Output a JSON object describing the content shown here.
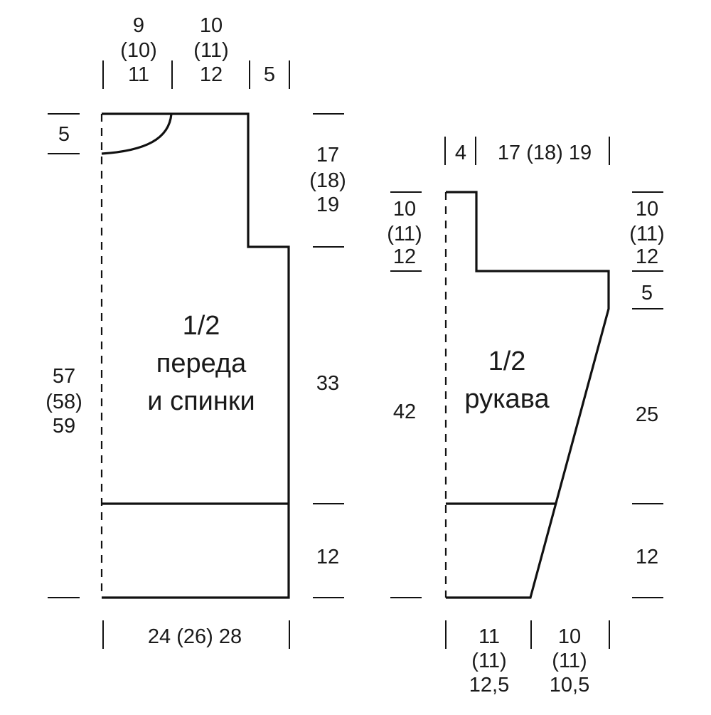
{
  "body_piece": {
    "title": [
      "1/2",
      "переда",
      "и спинки"
    ],
    "top_dims": {
      "neck_width": [
        "9",
        "(10)",
        "11"
      ],
      "shoulder_width": [
        "10",
        "(11)",
        "12"
      ],
      "sleeve_step": "5"
    },
    "left_dims": {
      "neck_depth": "5",
      "total_length": [
        "57",
        "(58)",
        "59"
      ]
    },
    "right_dims": {
      "armhole": [
        "17",
        "(18)",
        "19"
      ],
      "body": "33",
      "rib": "12"
    },
    "bottom_dim": "24 (26) 28"
  },
  "sleeve_piece": {
    "title": [
      "1/2",
      "рукава"
    ],
    "top_dims": {
      "cap_width": "4",
      "upper_width": "17 (18) 19"
    },
    "left_dims": {
      "cap_height": [
        "10",
        "(11)",
        "12"
      ],
      "length": "42"
    },
    "right_dims": {
      "cap_height": [
        "10",
        "(11)",
        "12"
      ],
      "upper_step": "5",
      "taper": "25",
      "rib": "12"
    },
    "bottom_dims": {
      "cuff_width": [
        "11",
        "(11)",
        "12,5"
      ],
      "increase_width": [
        "10",
        "(11)",
        "10,5"
      ]
    }
  }
}
